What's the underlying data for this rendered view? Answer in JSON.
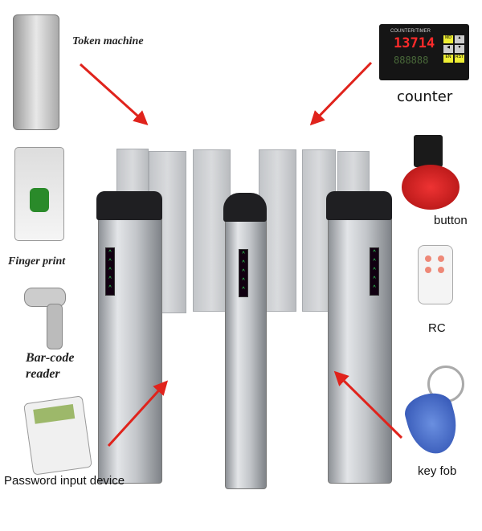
{
  "labels": {
    "token_machine": "Token machine",
    "counter": "counter",
    "finger_print": "Finger print",
    "barcode_reader_line1": "Bar-code",
    "barcode_reader_line2": "reader",
    "password_device": "Password input device",
    "button": "button",
    "rc": "RC",
    "key_fob": "key fob"
  },
  "counter_display": {
    "header": "COUNTER/TIMER",
    "value": "13714",
    "sub": "888888",
    "keys": [
      "MD",
      "▲",
      "◀",
      "▼",
      "EN",
      "RST"
    ]
  },
  "colors": {
    "arrow": "#e0231c",
    "counter_red": "#ff2a2a",
    "led_green": "#33ff66"
  }
}
